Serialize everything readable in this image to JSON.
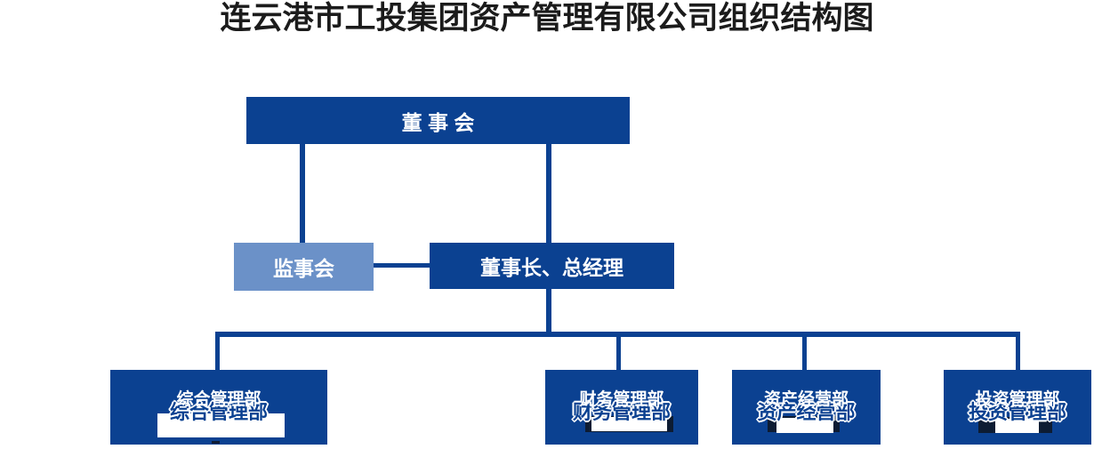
{
  "page": {
    "title": "连云港市工投集团资产管理有限公司组织结构图"
  },
  "colors": {
    "primary_blue": "#0B4191",
    "light_blue": "#6B91C8",
    "title_text": "#1B1B1B",
    "dark_navy_accent": "#0D1C33",
    "node_text": "#FFFFFF"
  },
  "org_chart": {
    "board": {
      "label": "董 事 会"
    },
    "supervisory": {
      "label": "监事会"
    },
    "chairman": {
      "label": "董事长、总经理"
    },
    "departments": [
      {
        "label": "综合管理部"
      },
      {
        "label": "财务管理部"
      },
      {
        "label": "资产经营部"
      },
      {
        "label": "投资管理部"
      }
    ]
  }
}
